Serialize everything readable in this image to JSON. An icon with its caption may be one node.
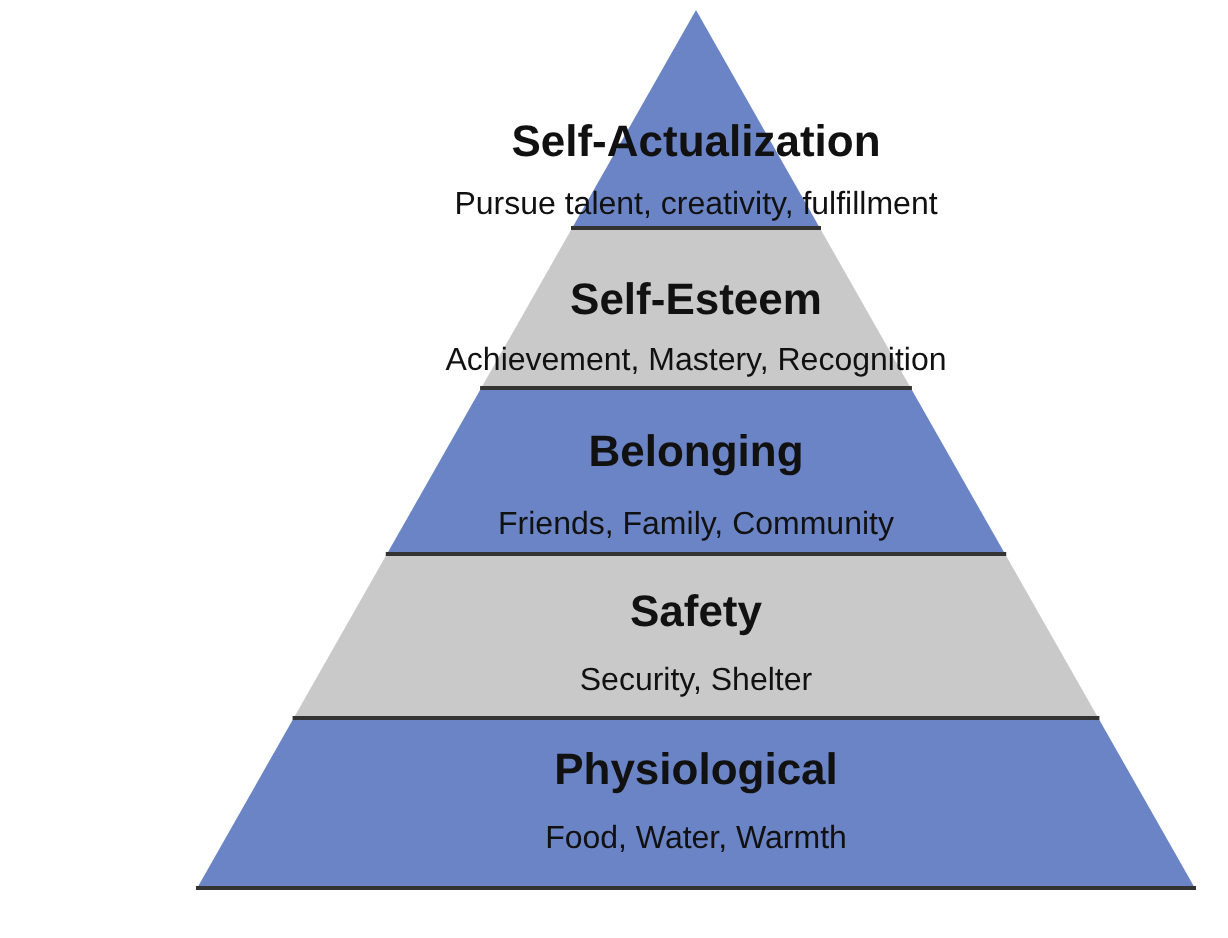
{
  "diagram": {
    "nodes": [
      {
        "text": [
          "Self-Actualization",
          "Pursue talent, creativity, fulfillment"
        ]
      },
      {
        "text": [
          "Self-Esteem",
          "Achievement, Mastery, Recognition"
        ]
      },
      {
        "text": [
          "Belonging",
          "Friends, Family, Community"
        ]
      },
      {
        "text": [
          "Safety",
          "Security, Shelter"
        ]
      },
      {
        "text": [
          "Physiological",
          "Food, Water, Warmth"
        ]
      }
    ]
  }
}
